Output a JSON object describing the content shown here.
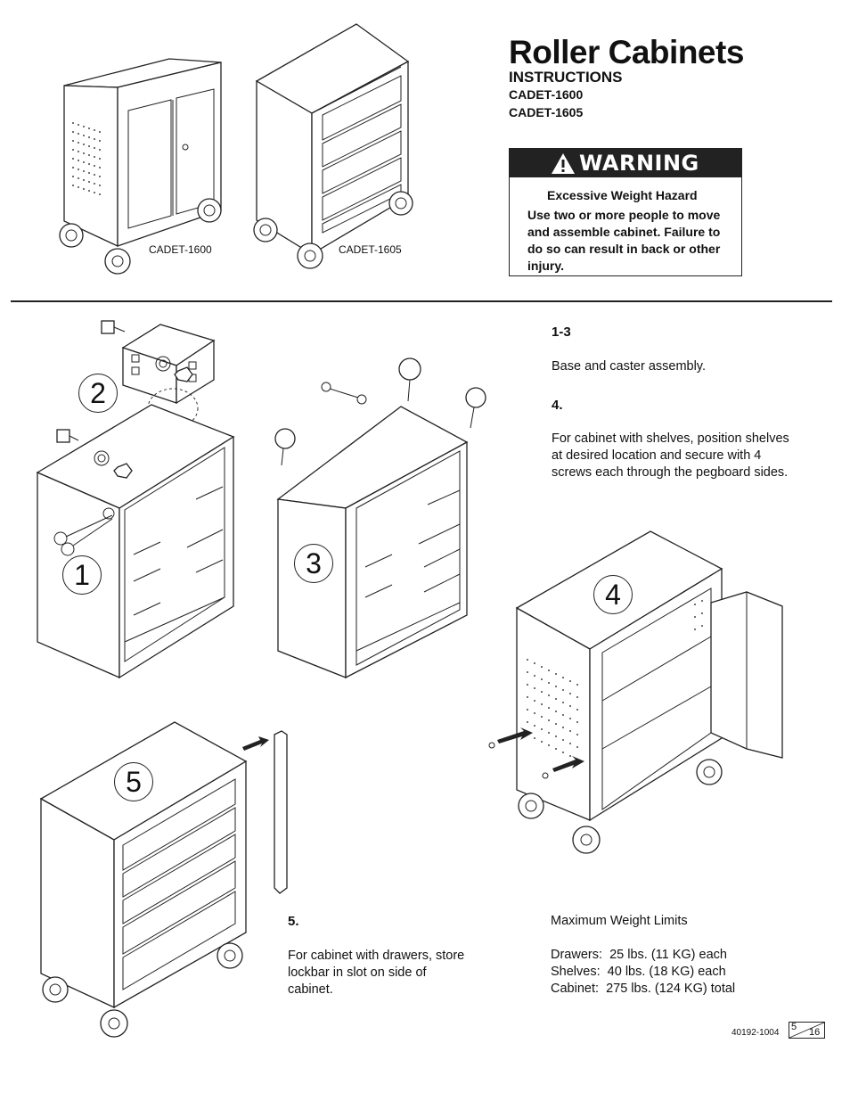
{
  "header": {
    "title": "Roller Cabinets",
    "subtitle": "INSTRUCTIONS",
    "models": [
      "CADET-1600",
      "CADET-1605"
    ]
  },
  "warning": {
    "label": "WARNING",
    "heading": "Excessive Weight Hazard",
    "body": "Use two or more people to move and assemble cabinet. Failure to do so can result in back or other injury."
  },
  "figures": {
    "cadet1600_caption": "CADET-1600",
    "cadet1605_caption": "CADET-1605",
    "step_numbers": [
      "1",
      "2",
      "3",
      "4",
      "5"
    ]
  },
  "steps": [
    {
      "number": "1-3",
      "text": "Base and caster assembly."
    },
    {
      "number": "4.",
      "text": "For cabinet with shelves, position shelves at desired location and secure with 4 screws each through the pegboard sides."
    },
    {
      "number": "5.",
      "text": "For cabinet with drawers, store lockbar in slot on side of cabinet."
    }
  ],
  "limits": {
    "heading": "Maximum Weight Limits",
    "items": [
      "Drawers:  25 lbs. (11 KG) each",
      "Shelves:  40 lbs. (18 KG) each",
      "Cabinet:  275 lbs. (124 KG) total"
    ]
  },
  "footer": {
    "doc_number": "40192-1004",
    "date_top": "5",
    "date_bottom": "16"
  }
}
